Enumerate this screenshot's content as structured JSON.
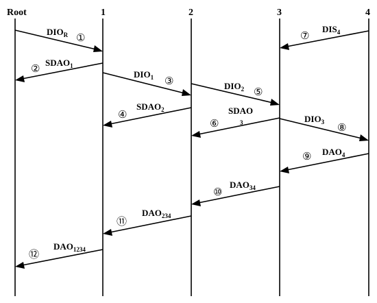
{
  "lanes": [
    {
      "id": "root",
      "label": "Root"
    },
    {
      "id": "n1",
      "label": "1"
    },
    {
      "id": "n2",
      "label": "2"
    },
    {
      "id": "n3",
      "label": "3"
    },
    {
      "id": "n4",
      "label": "4"
    }
  ],
  "messages": [
    {
      "base": "DIO",
      "sub": "R",
      "step": "①"
    },
    {
      "base": "SDAO",
      "sub": "1",
      "step": "②"
    },
    {
      "base": "DIO",
      "sub": "1",
      "step": "③"
    },
    {
      "base": "SDAO",
      "sub": "2",
      "step": "④"
    },
    {
      "base": "DIO",
      "sub": "2",
      "step": "⑤"
    },
    {
      "base": "SDAO",
      "sub": "3",
      "step": "⑥"
    },
    {
      "base": "DIS",
      "sub": "4",
      "step": "⑦"
    },
    {
      "base": "DIO",
      "sub": "3",
      "step": "⑧"
    },
    {
      "base": "DAO",
      "sub": "4",
      "step": "⑨"
    },
    {
      "base": "DAO",
      "sub": "34",
      "step": "⑩"
    },
    {
      "base": "DAO",
      "sub": "234",
      "step": "⑪"
    },
    {
      "base": "DAO",
      "sub": "1234",
      "step": "⑫"
    }
  ]
}
